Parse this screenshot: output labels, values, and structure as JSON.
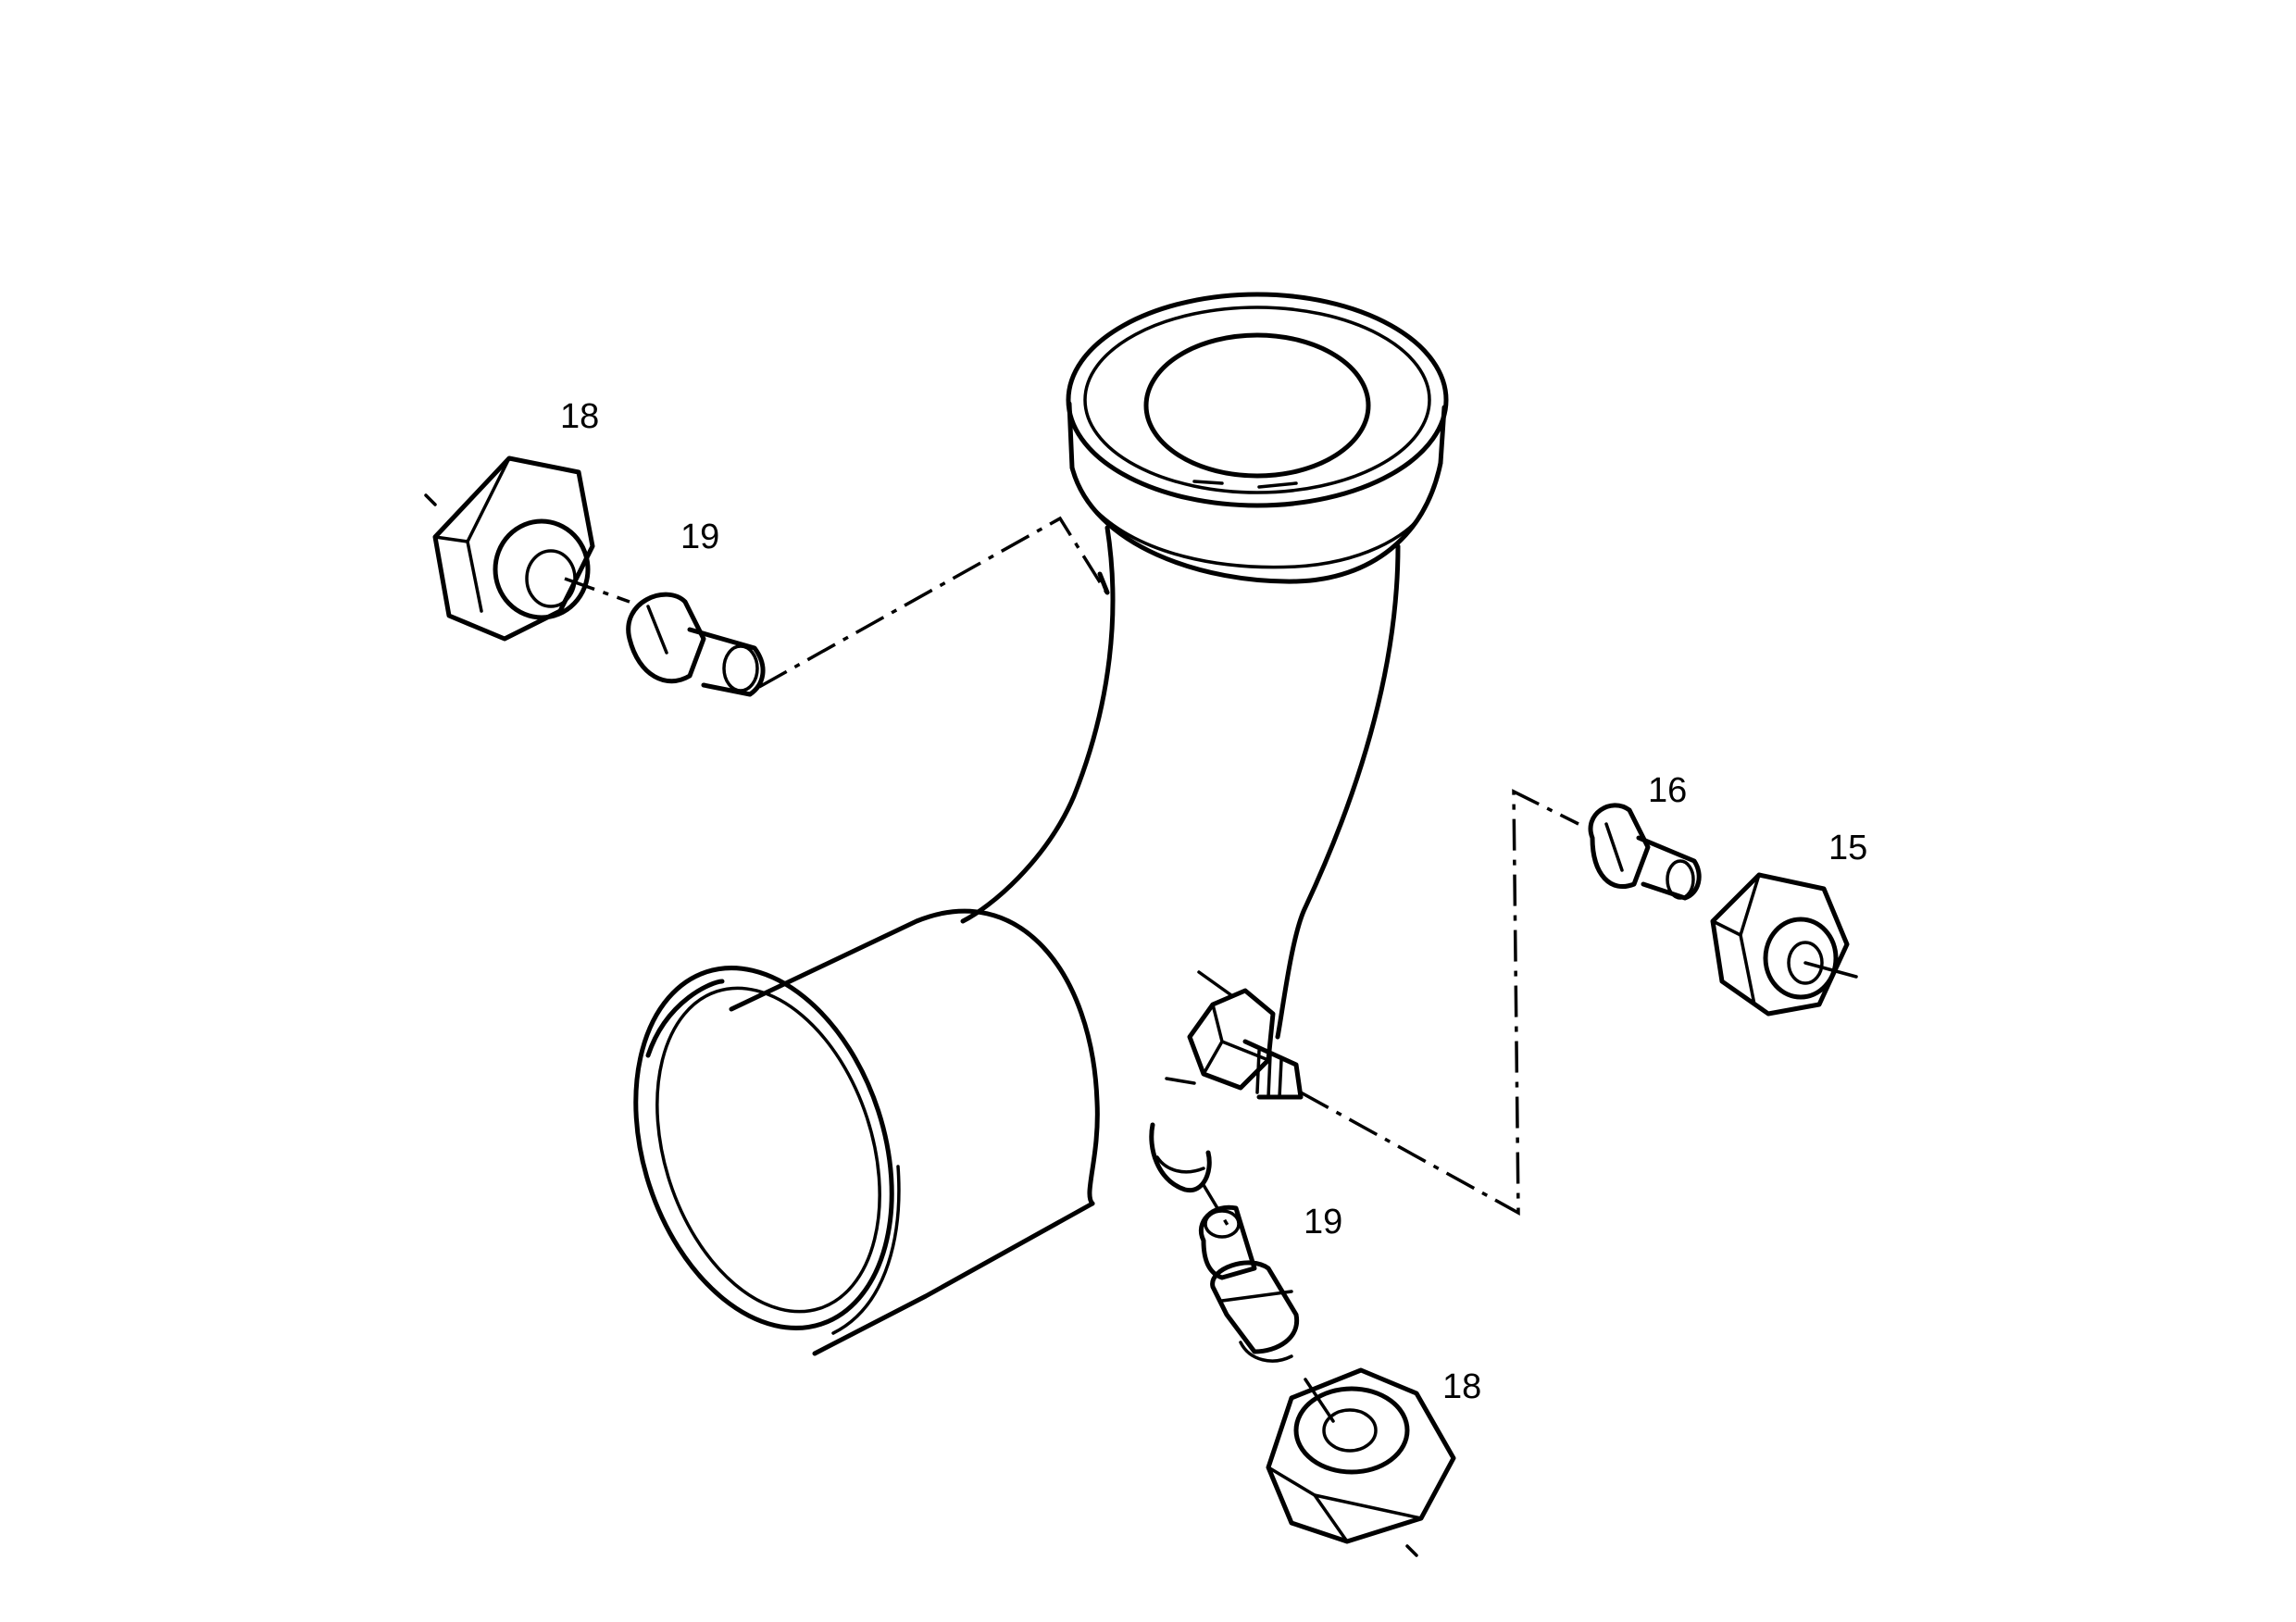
{
  "callouts": {
    "nut_upper_left": "18",
    "fitting_upper_left": "19",
    "fitting_right": "16",
    "nut_right": "15",
    "fitting_bottom": "19",
    "nut_bottom": "18"
  }
}
